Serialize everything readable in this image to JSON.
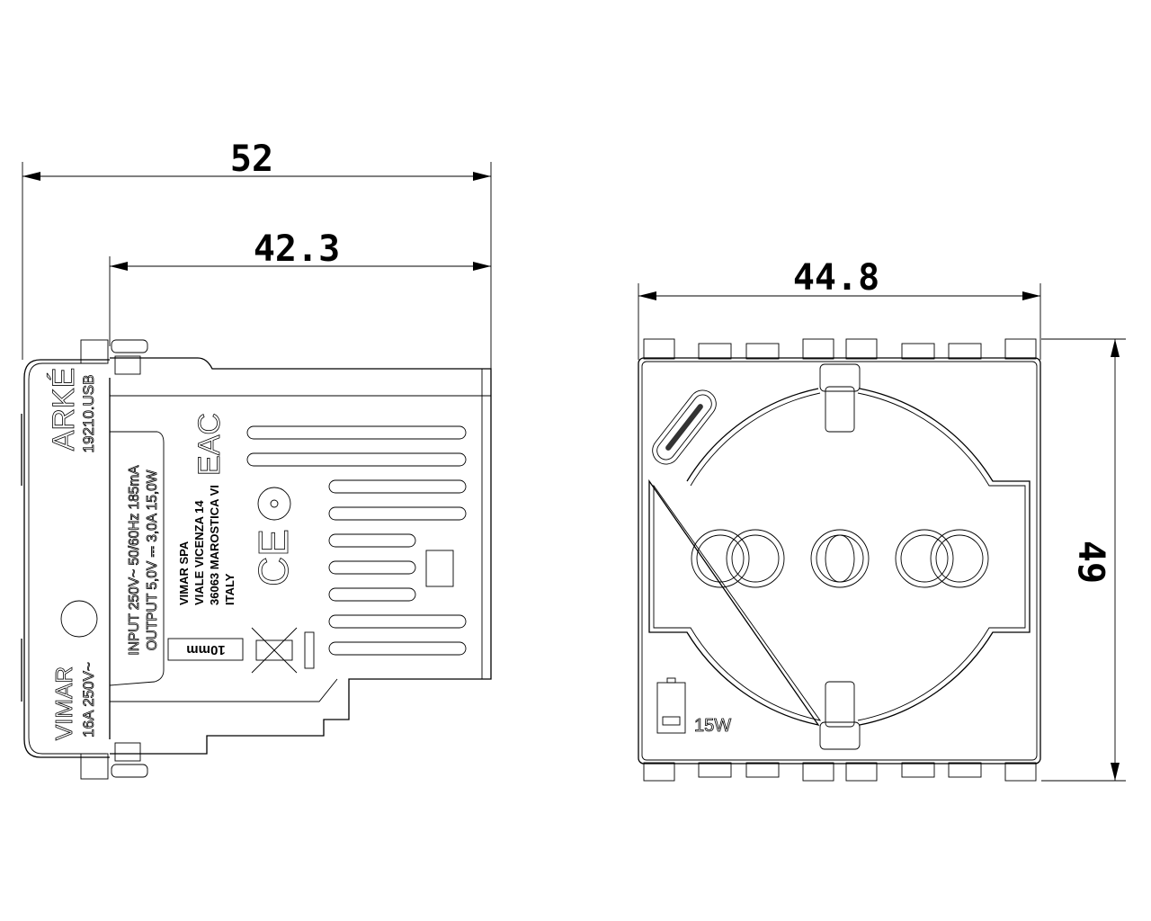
{
  "dimensions": {
    "overall_depth": "52",
    "body_depth": "42.3",
    "width": "44.8",
    "height": "49"
  },
  "side_view": {
    "brand_logo": "ARKÉ",
    "model_code": "19210.USB",
    "brand": "VIMAR",
    "rating": "16A 250V~",
    "input_spec": "INPUT 250V~ 50/60Hz 185mA",
    "output_spec": "OUTPUT 5,0V ⎓ 3,0A 15,0W",
    "manufacturer_lines": [
      "VIMAR SPA",
      "VIALE VICENZA 14",
      "36063 MAROSTICA VI",
      "ITALY"
    ],
    "strip_length": "10mm",
    "certification_mark": "EAC",
    "ce_mark": "CE"
  },
  "front_view": {
    "power_label": "15W"
  }
}
